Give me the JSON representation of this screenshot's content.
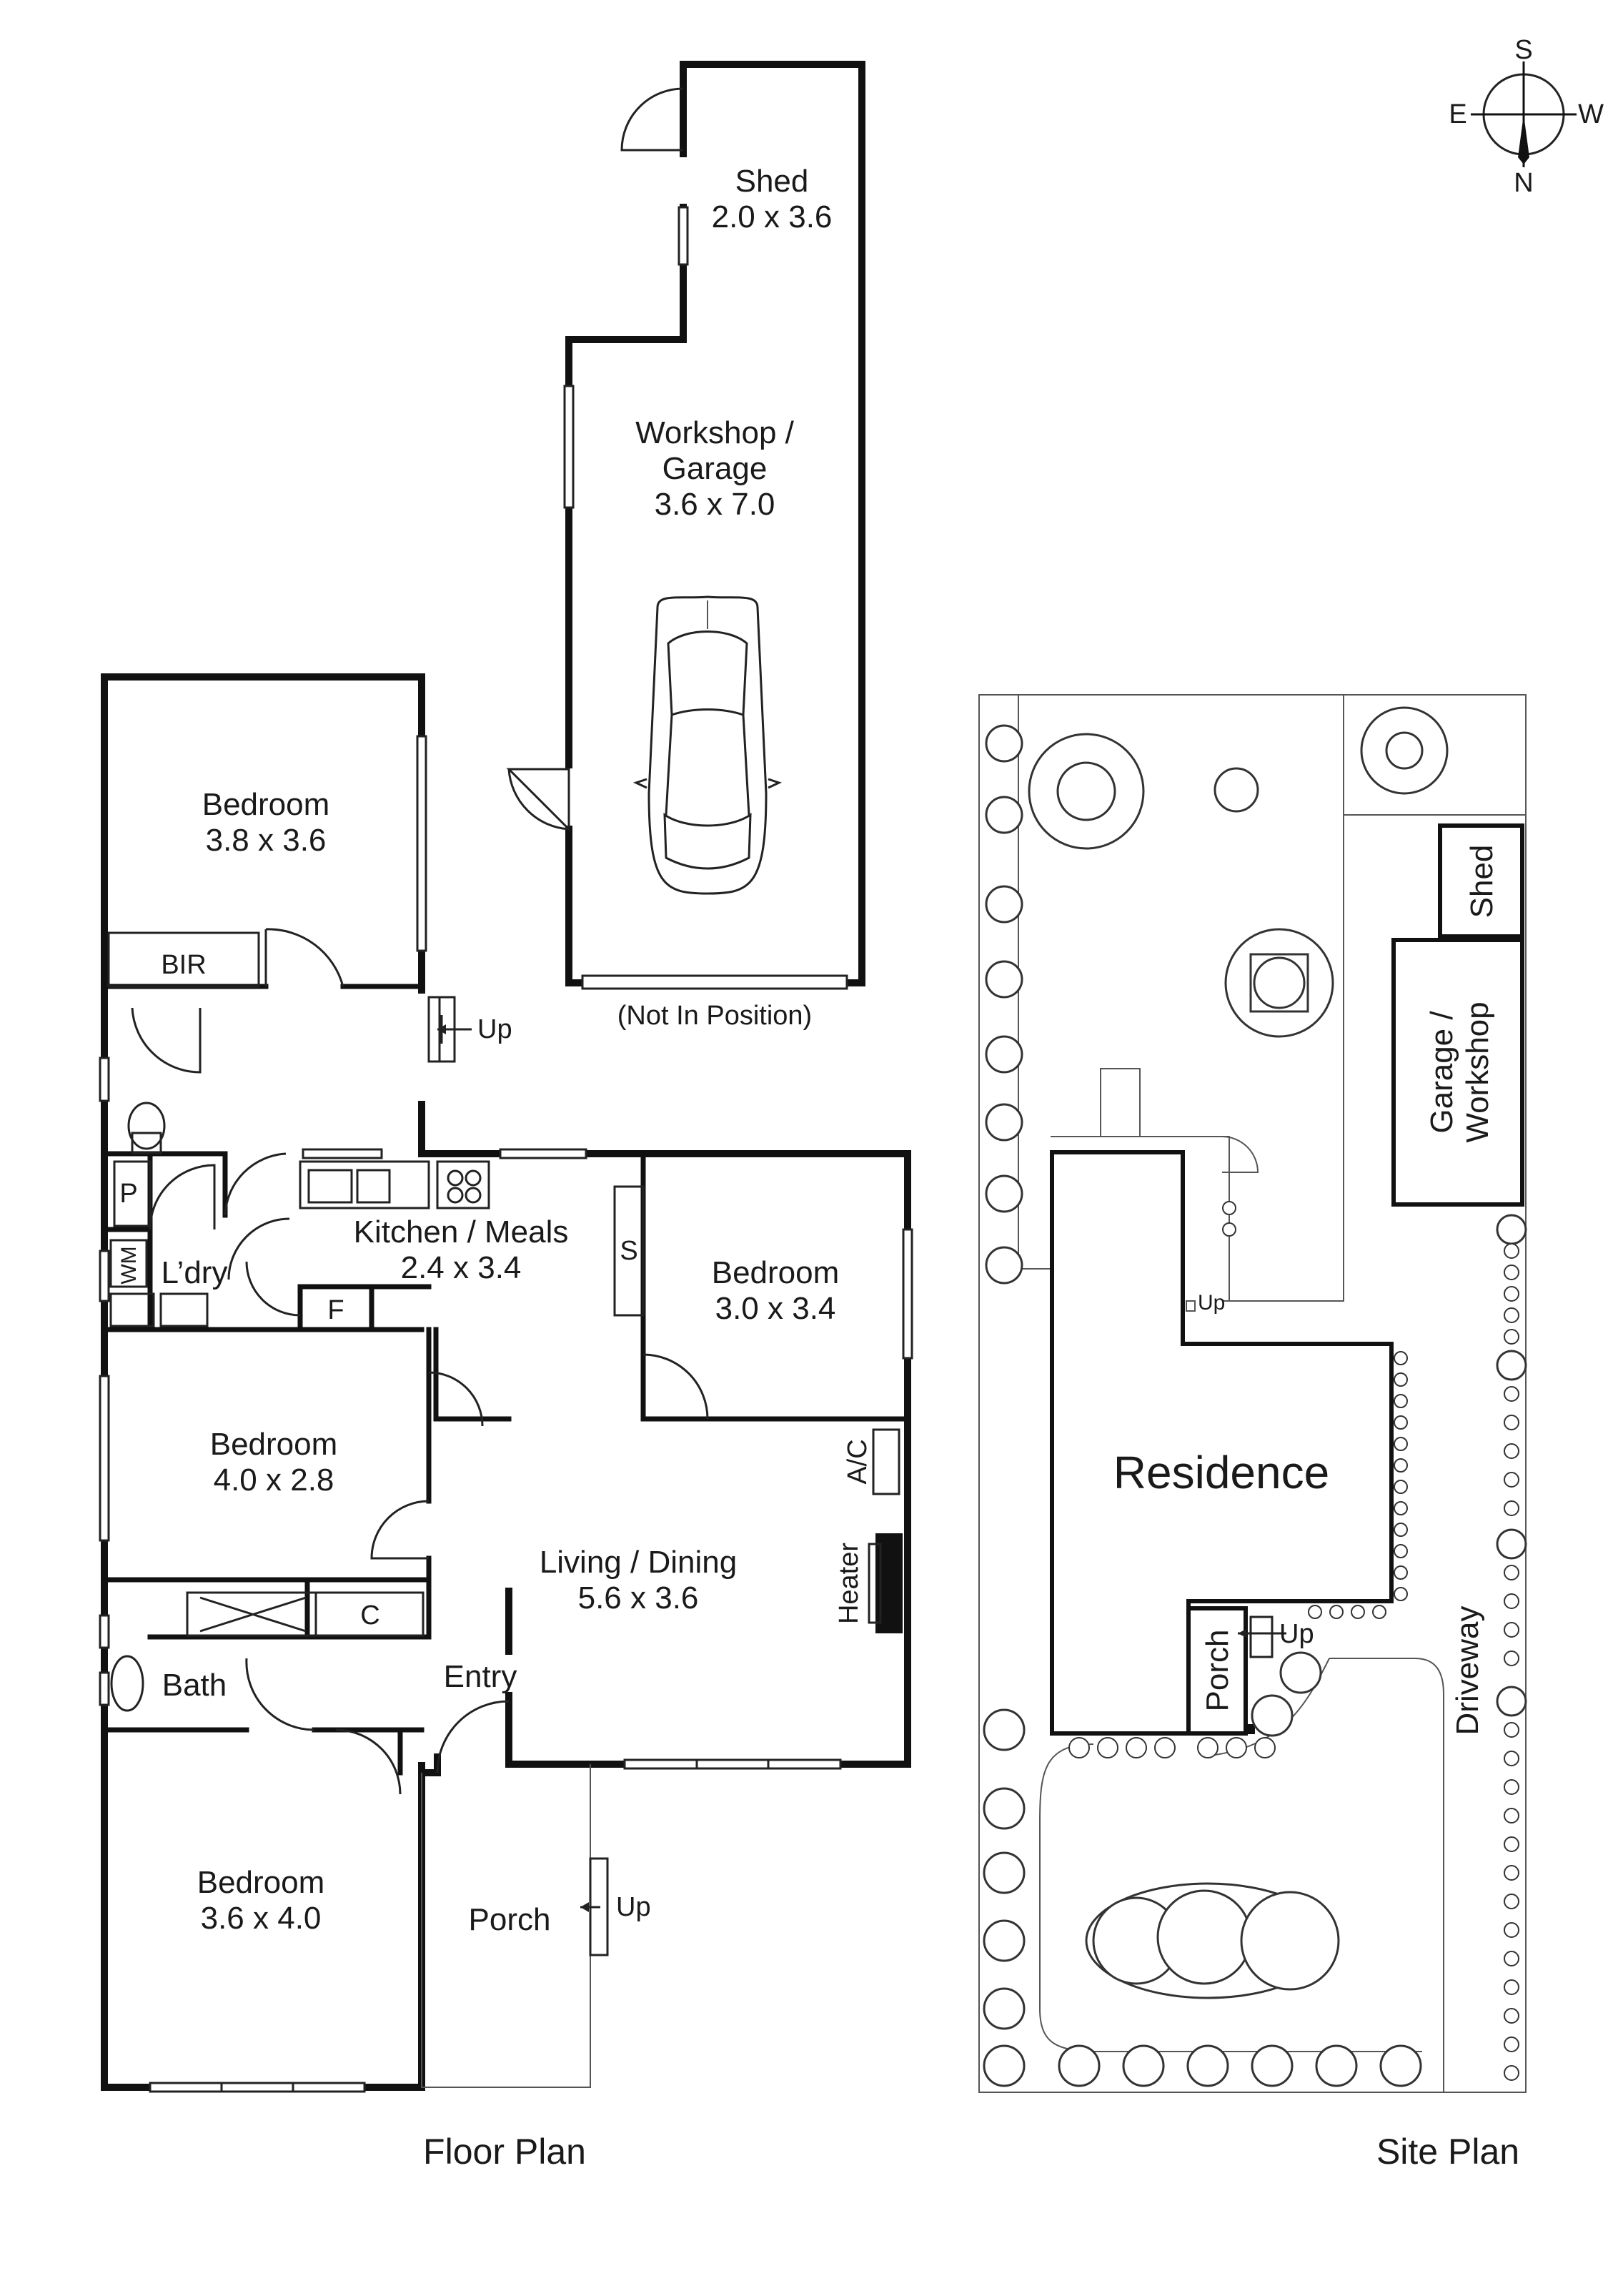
{
  "compass": {
    "north": "N",
    "south": "S",
    "east": "E",
    "west": "W"
  },
  "floor_plan": {
    "caption": "Floor Plan",
    "rooms": {
      "shed": {
        "name": "Shed",
        "size": "2.0 x 3.6"
      },
      "workshop": {
        "name_line1": "Workshop /",
        "name_line2": "Garage",
        "size": "3.6 x 7.0",
        "note": "(Not In Position)"
      },
      "bedroom1": {
        "name": "Bedroom",
        "size": "3.8 x 3.6"
      },
      "bir": {
        "name": "BIR"
      },
      "kitchen": {
        "name": "Kitchen / Meals",
        "size": "2.4 x 3.4"
      },
      "bedroom2": {
        "name": "Bedroom",
        "size": "3.0 x 3.4"
      },
      "pantry": {
        "name": "P"
      },
      "laundry": {
        "name": "L’dry"
      },
      "wm": {
        "name": "WM"
      },
      "fridge": {
        "name": "F"
      },
      "s_cupboard": {
        "name": "S"
      },
      "bedroom3": {
        "name": "Bedroom",
        "size": "4.0 x 2.8"
      },
      "living": {
        "name": "Living / Dining",
        "size": "5.6 x 3.6"
      },
      "ac": {
        "name": "A/C"
      },
      "heater": {
        "name": "Heater"
      },
      "cupboard": {
        "name": "C"
      },
      "bath": {
        "name": "Bath"
      },
      "entry": {
        "name": "Entry"
      },
      "bedroom4": {
        "name": "Bedroom",
        "size": "3.6 x 4.0"
      },
      "porch": {
        "name": "Porch"
      }
    },
    "up_labels": [
      "Up",
      "Up"
    ]
  },
  "site_plan": {
    "caption": "Site Plan",
    "residence": "Residence",
    "shed": "Shed",
    "garage_line1": "Garage /",
    "garage_line2": "Workshop",
    "porch": "Porch",
    "driveway": "Driveway",
    "up_labels": [
      "Up",
      "Up"
    ]
  }
}
